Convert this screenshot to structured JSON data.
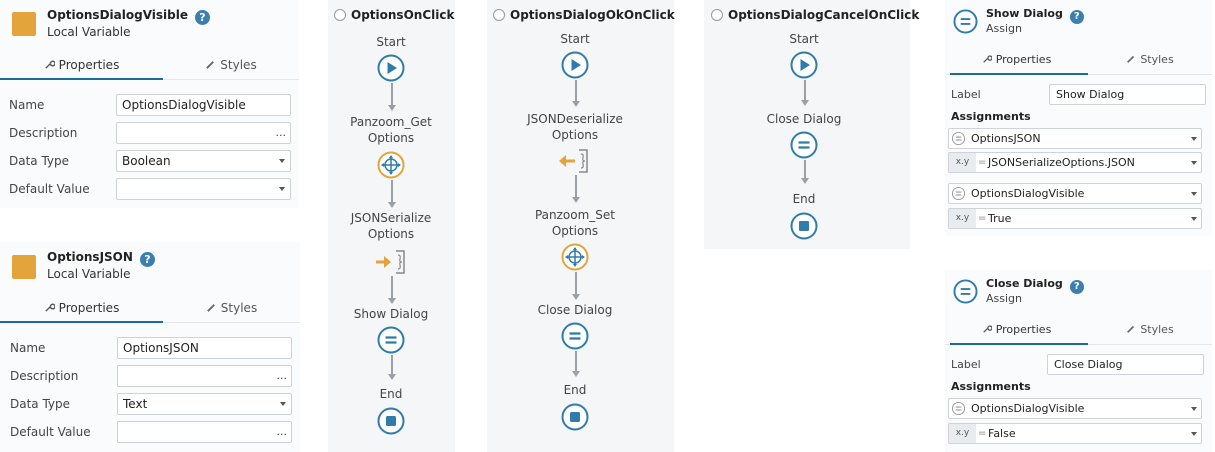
{
  "var1": {
    "title": "OptionsDialogVisible",
    "subtitle": "Local Variable",
    "help": "?",
    "tabs": {
      "properties": "Properties",
      "styles": "Styles"
    },
    "rows": {
      "name_label": "Name",
      "name_value": "OptionsDialogVisible",
      "desc_label": "Description",
      "desc_dots": "...",
      "type_label": "Data Type",
      "type_value": "Boolean",
      "default_label": "Default Value",
      "default_value": ""
    }
  },
  "var2": {
    "title": "OptionsJSON",
    "subtitle": "Local Variable",
    "help": "?",
    "tabs": {
      "properties": "Properties",
      "styles": "Styles"
    },
    "rows": {
      "name_label": "Name",
      "name_value": "OptionsJSON",
      "desc_label": "Description",
      "desc_dots": "...",
      "type_label": "Data Type",
      "type_value": "Text",
      "default_label": "Default Value",
      "default_dots": "..."
    }
  },
  "flow1": {
    "title": "OptionsOnClick",
    "nodes": {
      "start": "Start",
      "n1a": "Panzoom_Get",
      "n1b": "Options",
      "n2a": "JSONSerialize",
      "n2b": "Options",
      "n3": "Show Dialog",
      "end": "End"
    }
  },
  "flow2": {
    "title": "OptionsDialogOkOnClick",
    "nodes": {
      "start": "Start",
      "n1a": "JSONDeserialize",
      "n1b": "Options",
      "n2a": "Panzoom_Set",
      "n2b": "Options",
      "n3": "Close Dialog",
      "end": "End"
    }
  },
  "flow3": {
    "title": "OptionsDialogCancelOnClick",
    "nodes": {
      "start": "Start",
      "n1": "Close Dialog",
      "end": "End"
    }
  },
  "assign1": {
    "title": "Show Dialog",
    "subtitle": "Assign",
    "help": "?",
    "tabs": {
      "properties": "Properties",
      "styles": "Styles"
    },
    "label_label": "Label",
    "label_value": "Show Dialog",
    "assignments_label": "Assignments",
    "rows": [
      {
        "variable": "OptionsJSON",
        "xy": "x.y",
        "eq": "=",
        "value": "JSONSerializeOptions.JSON"
      },
      {
        "variable": "OptionsDialogVisible",
        "xy": "x.y",
        "eq": "=",
        "value": "True"
      }
    ]
  },
  "assign2": {
    "title": "Close Dialog",
    "subtitle": "Assign",
    "help": "?",
    "tabs": {
      "properties": "Properties",
      "styles": "Styles"
    },
    "label_label": "Label",
    "label_value": "Close Dialog",
    "assignments_label": "Assignments",
    "rows": [
      {
        "variable": "OptionsDialogVisible",
        "xy": "x.y",
        "eq": "=",
        "value": "False"
      }
    ]
  },
  "colors": {
    "accent": "#1b6c9e",
    "node_blue": "#2f7ca8",
    "orange": "#e2a43b",
    "connector": "#9aa0a6"
  }
}
